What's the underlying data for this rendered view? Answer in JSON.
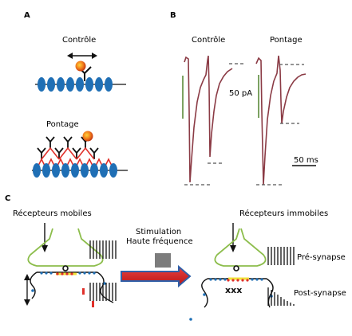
{
  "panel_a": {
    "letter": "A",
    "title_control": "Contrôle",
    "title_crosslink": "Pontage"
  },
  "panel_b": {
    "letter": "B",
    "title_control": "Contrôle",
    "title_crosslink": "Pontage",
    "scale_current": "50 pA",
    "scale_time": "50 ms",
    "trace_color": "#8b3b45"
  },
  "panel_c": {
    "letter": "C",
    "title_mobile": "Récepteurs mobiles",
    "title_immobile": "Récepteurs immobiles",
    "stimulation_line1": "Stimulation",
    "stimulation_line2": "Haute fréquence",
    "label_pre": "Pré-synapse",
    "label_post": "Post-synapse"
  },
  "colors": {
    "receptor_blue": "#1f6fb5",
    "crosslink_red": "#e0302a",
    "presynapse_green": "#8cbd4b",
    "arrow_red": "#d62020",
    "arrow_blue": "#2f5fa8",
    "scale_green": "#5b8a3a"
  }
}
